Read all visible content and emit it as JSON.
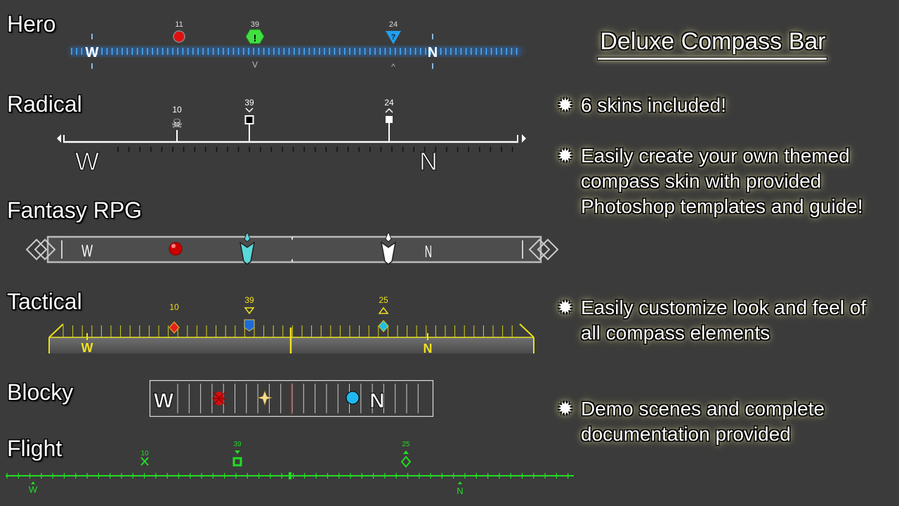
{
  "title": "Deluxe Compass Bar",
  "features": [
    {
      "icon": "starburst-icon",
      "text": "6 skins included!"
    },
    {
      "icon": "starburst-icon",
      "text": "Easily create your own themed compass skin with provided Photoshop templates and guide!"
    },
    {
      "icon": "starburst-icon",
      "text": "Easily customize look and feel of all compass elements"
    },
    {
      "icon": "starburst-icon",
      "text": "Demo scenes and complete documentation provided"
    }
  ],
  "bullet_glyph": "✹",
  "skins": {
    "hero": {
      "label": "Hero",
      "west": "W",
      "north": "N",
      "markers": [
        "11",
        "39",
        "24"
      ],
      "quest_glyph": "!",
      "unknown_glyph": "?",
      "below_down": "V",
      "below_up": "^"
    },
    "radical": {
      "label": "Radical",
      "west": "W",
      "north": "N",
      "markers": [
        "10",
        "39",
        "24"
      ],
      "skull": "☠"
    },
    "fantasy": {
      "label": "Fantasy RPG",
      "west": "W",
      "north": "N"
    },
    "tactical": {
      "label": "Tactical",
      "west": "W",
      "north": "N",
      "markers": [
        "10",
        "39",
        "25"
      ]
    },
    "blocky": {
      "label": "Blocky",
      "west": "W",
      "north": "N"
    },
    "flight": {
      "label": "Flight",
      "west": "W",
      "north": "N",
      "markers": [
        "10",
        "39",
        "25"
      ]
    }
  },
  "colors": {
    "background": "#3b3b3b",
    "hero_blue": "#3aa0ff",
    "tactical_yellow": "#f0e020",
    "flight_green": "#22dd22"
  }
}
